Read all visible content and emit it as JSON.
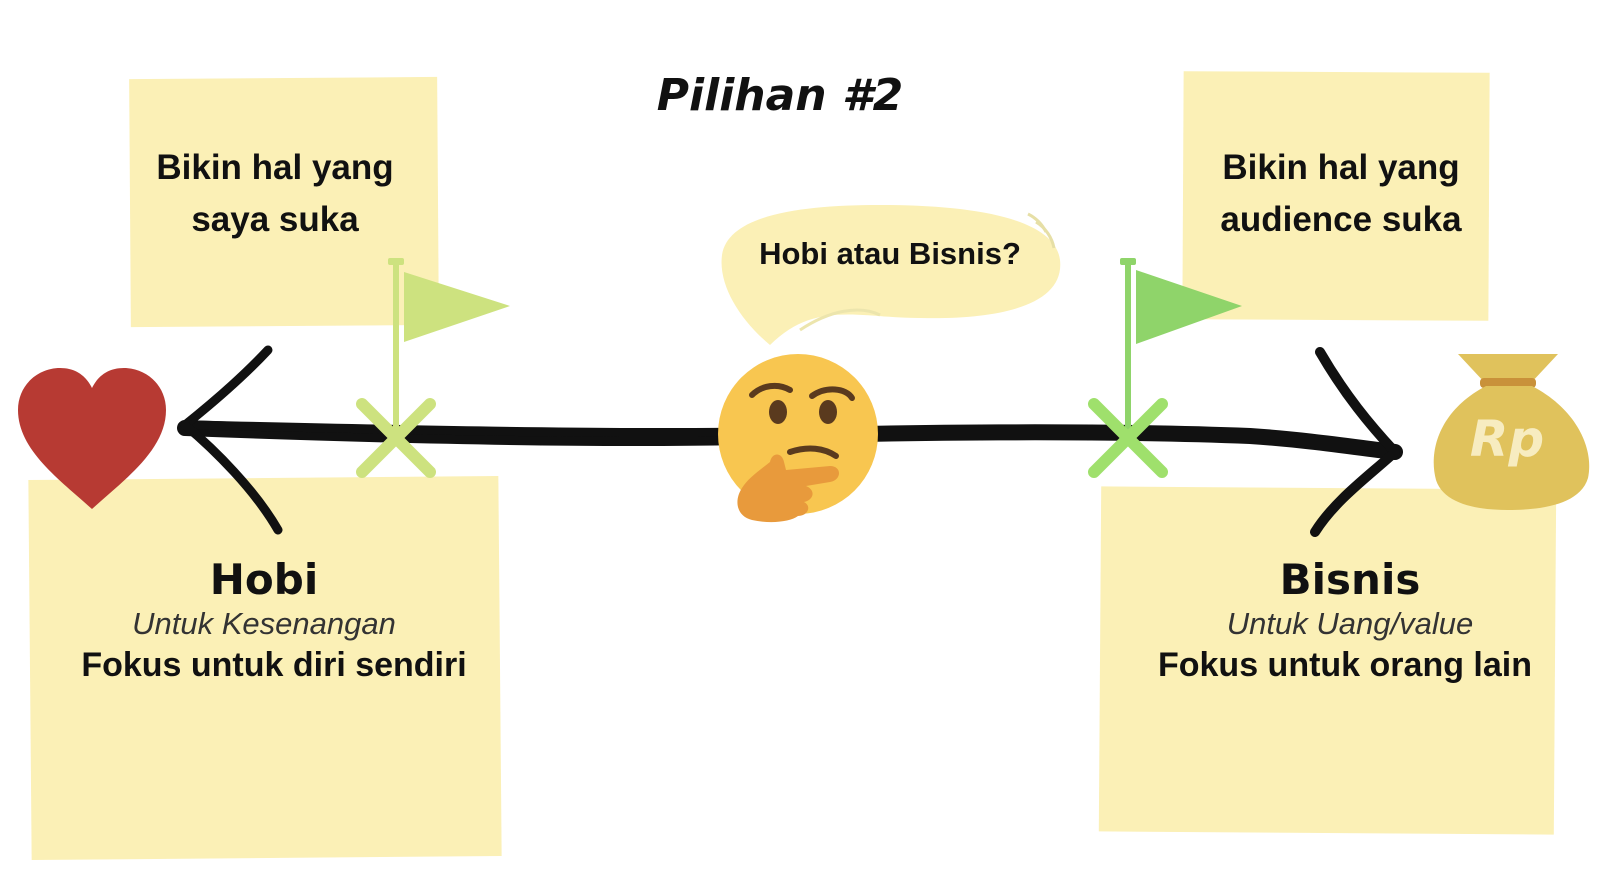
{
  "title": "Pilihan #2",
  "thought_bubble": "Hobi atau Bisnis?",
  "left": {
    "note_line1": "Bikin hal yang",
    "note_line2": "saya suka",
    "heading": "Hobi",
    "subtitle": "Untuk Kesenangan",
    "focus": "Fokus untuk diri sendiri"
  },
  "right": {
    "note_line1": "Bikin hal yang",
    "note_line2": "audience suka",
    "heading": "Bisnis",
    "subtitle": "Untuk Uang/value",
    "focus": "Fokus untuk orang lain",
    "money_bag_label": "Rp"
  },
  "colors": {
    "note": "#fbf0b6",
    "heart": "#b73a33",
    "flag_left": "#cde27f",
    "flag_right": "#8fd46a",
    "marker": "#9fe06c",
    "money_bag": "#e0c25c",
    "emoji_face": "#f8c650"
  },
  "icons": [
    "heart-icon",
    "flag-icon",
    "thinking-face-icon",
    "money-bag-icon",
    "cross-marker-icon"
  ]
}
